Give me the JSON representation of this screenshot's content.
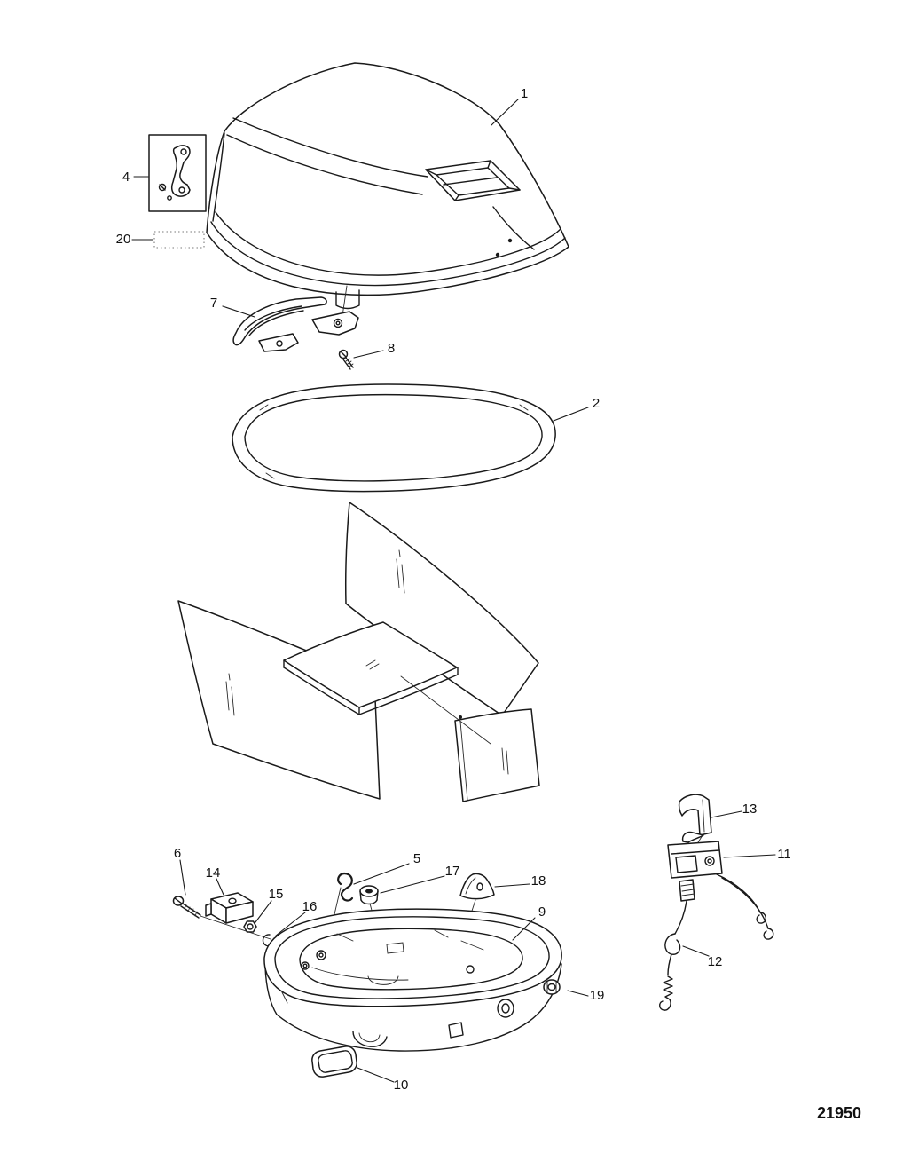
{
  "drawing_number": "21950",
  "callouts": {
    "c1": "1",
    "c2": "2",
    "c4": "4",
    "c5": "5",
    "c6": "6",
    "c7": "7",
    "c8": "8",
    "c9": "9",
    "c10": "10",
    "c11": "11",
    "c12": "12",
    "c13": "13",
    "c14": "14",
    "c15": "15",
    "c16": "16",
    "c17": "17",
    "c18": "18",
    "c19": "19",
    "c20": "20"
  }
}
